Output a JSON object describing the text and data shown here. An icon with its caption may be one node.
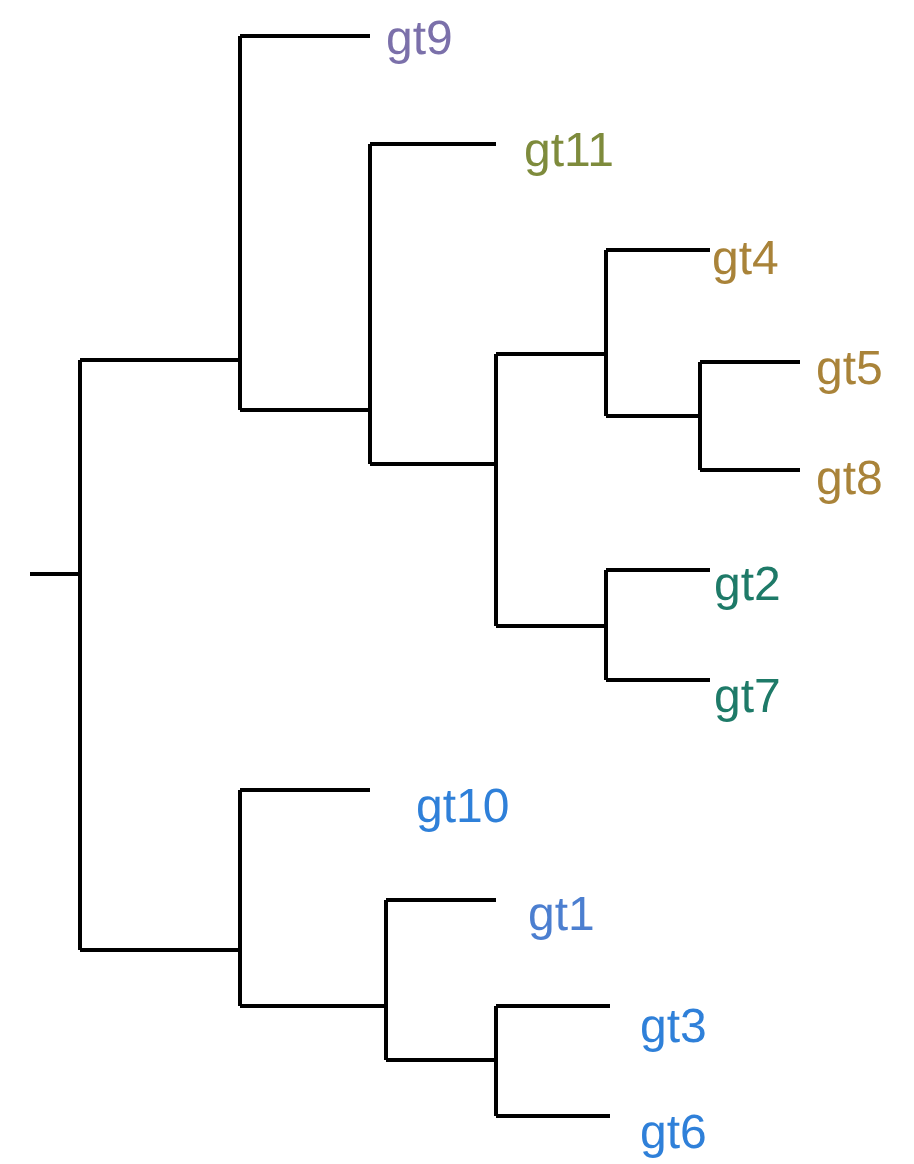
{
  "diagram": {
    "labels": [
      "gt9",
      "gt11",
      "gt4",
      "gt5",
      "gt8",
      "gt2",
      "gt7",
      "gt10",
      "gt1",
      "gt3",
      "gt6"
    ]
  }
}
